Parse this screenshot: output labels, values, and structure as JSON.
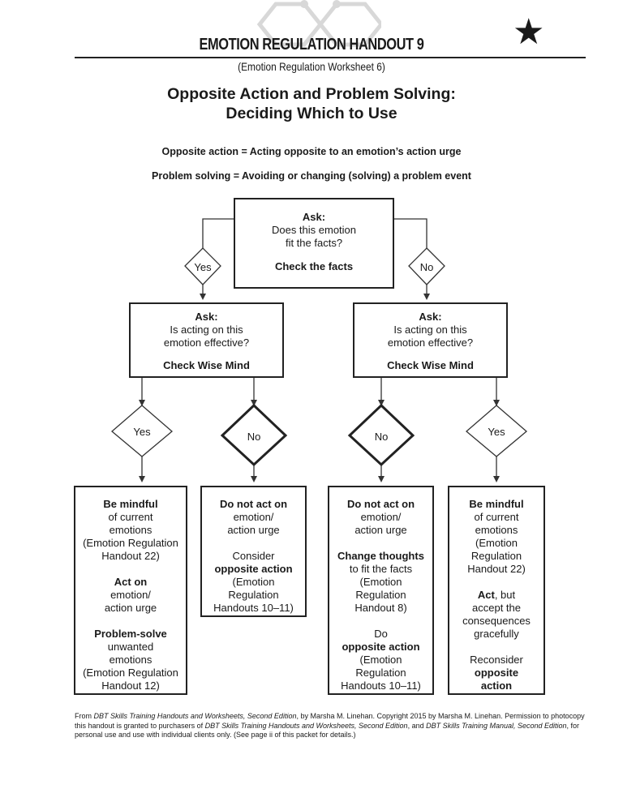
{
  "header": {
    "title": "EMOTION REGULATION HANDOUT 9",
    "subtitle": "(Emotion Regulation Worksheet 6)",
    "star": "★"
  },
  "doc_title_line1": "Opposite Action and Problem Solving:",
  "doc_title_line2": "Deciding Which to Use",
  "definitions": {
    "opposite_action": "Opposite action = Acting opposite to an emotion’s action urge",
    "problem_solving": "Problem solving = Avoiding or changing (solving) a problem event"
  },
  "top_box": {
    "ask": "Ask:",
    "line1": "Does this emotion",
    "line2": "fit the facts?",
    "check": "Check the facts"
  },
  "yes_label": "Yes",
  "no_label": "No",
  "mid_box": {
    "ask": "Ask:",
    "line1": "Is acting on this",
    "line2": "emotion effective?",
    "check": "Check Wise Mind"
  },
  "outcome1": {
    "h1": "Be mindful",
    "t1": [
      "of current",
      "emotions",
      "(Emotion Regulation",
      "Handout 22)"
    ],
    "h2": "Act on",
    "t2": [
      "emotion/",
      "action urge"
    ],
    "h3": "Problem-solve",
    "t3": [
      "unwanted",
      "emotions",
      "(Emotion Regulation",
      "Handout 12)"
    ]
  },
  "outcome2": {
    "h1": "Do not act on",
    "t1": [
      "emotion/",
      "action urge"
    ],
    "t2a": "Consider",
    "h2": "opposite action",
    "t2": [
      "(Emotion",
      "Regulation",
      "Handouts 10–11)"
    ]
  },
  "outcome3": {
    "h1": "Do not act on",
    "t1": [
      "emotion/",
      "action urge"
    ],
    "h2": "Change thoughts",
    "t2": [
      "to fit the facts",
      "(Emotion",
      "Regulation",
      "Handout 8)"
    ],
    "t3a": "Do",
    "h3": "opposite action",
    "t3": [
      "(Emotion",
      "Regulation",
      "Handouts 10–11)"
    ]
  },
  "outcome4": {
    "h1": "Be mindful",
    "t1": [
      "of current",
      "emotions",
      "(Emotion",
      "Regulation",
      "Handout 22)"
    ],
    "h2a": "Act",
    "h2b": ", but",
    "t2": [
      "accept the",
      "consequences",
      "gracefully"
    ],
    "t3": "Reconsider",
    "h3a": "opposite",
    "h3b": "action"
  },
  "footer": {
    "p1": "From ",
    "i1": "DBT Skills Training Handouts and Worksheets, Second Edition",
    "p2": ", by Marsha M. Linehan. Copyright 2015 by Marsha M. Linehan. Permission to photocopy this handout is granted to purchasers of ",
    "i2": "DBT Skills Training Handouts and Worksheets, Second Edition",
    "p3": ", and ",
    "i3": "DBT Skills Training Manual, Second Edition",
    "p4": ", for personal use and use with individual clients only. (See page ii of this packet for details.)"
  }
}
